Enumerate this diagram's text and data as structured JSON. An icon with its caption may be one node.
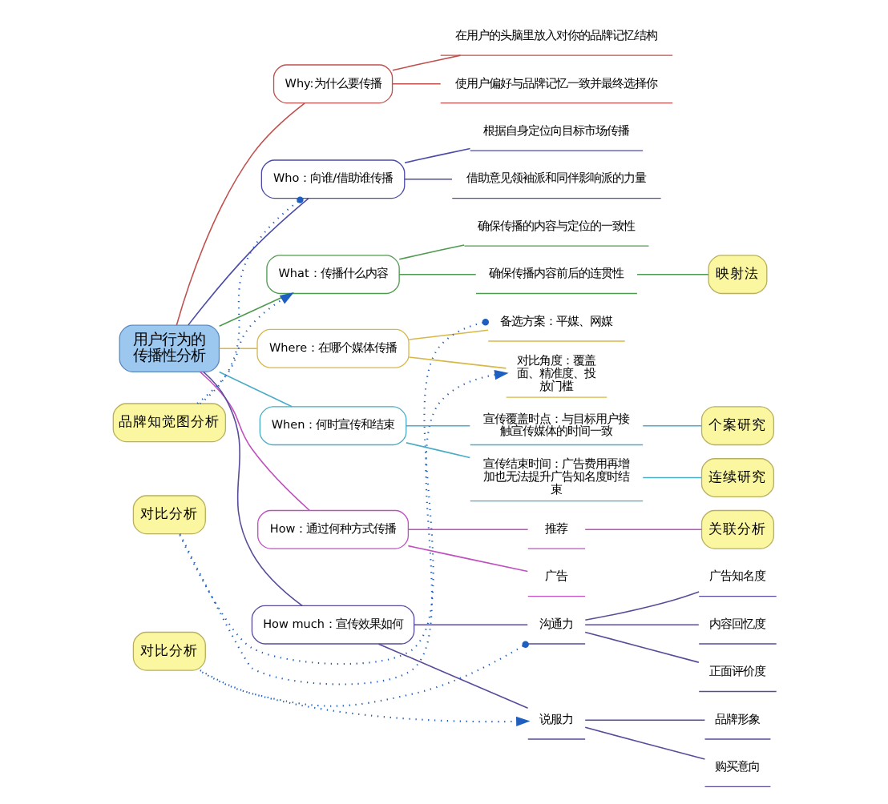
{
  "diagram": {
    "nodes": [
      {
        "text": [
          "用户行为的传播性分析"
        ]
      },
      {
        "text": [
          "Why:为什么要传播"
        ]
      },
      {
        "text": [
          "在用户的头脑里放入对你的品牌记忆结构"
        ]
      },
      {
        "text": [
          "使用户偏好与品牌记忆一致并最终选择你"
        ]
      },
      {
        "text": [
          "Who：向谁/借助谁传播"
        ]
      },
      {
        "text": [
          "根据自身定位向目标市场传播"
        ]
      },
      {
        "text": [
          "借助意见领袖派和同伴影响派的力量"
        ]
      },
      {
        "text": [
          "品牌知觉图分析"
        ]
      },
      {
        "text": [
          "What：传播什么内容"
        ]
      },
      {
        "text": [
          "确保传播的内容与定位的一致性"
        ]
      },
      {
        "text": [
          "确保传播内容前后的连贯性"
        ]
      },
      {
        "text": [
          "映射法"
        ]
      },
      {
        "text": [
          "Where：在哪个媒体传播"
        ]
      },
      {
        "text": [
          "备选方案：平媒、网媒"
        ]
      },
      {
        "text": [
          "对比角度：覆盖面、精准度、投放门槛"
        ]
      },
      {
        "text": [
          "对比分析"
        ]
      },
      {
        "text": [
          "When：何时宣传和结束"
        ]
      },
      {
        "text": [
          "宣传覆盖时点：与目标用户接触宣传媒体的时间一致"
        ]
      },
      {
        "text": [
          "个案研究"
        ]
      },
      {
        "text": [
          "宣传结束时间：广告费用再增加也无法提升广告知名度时结束"
        ]
      },
      {
        "text": [
          "连续研究"
        ]
      },
      {
        "text": [
          "How：通过何种方式传播"
        ]
      },
      {
        "text": [
          "推荐"
        ]
      },
      {
        "text": [
          "关联分析"
        ]
      },
      {
        "text": [
          "广告"
        ]
      },
      {
        "text": [
          "How much：宣传效果如何"
        ]
      },
      {
        "text": [
          "对比分析"
        ]
      },
      {
        "text": [
          "沟通力"
        ]
      },
      {
        "text": [
          "广告知名度"
        ]
      },
      {
        "text": [
          "内容回忆度"
        ]
      },
      {
        "text": [
          "正面评价度"
        ]
      },
      {
        "text": [
          "说服力"
        ]
      },
      {
        "text": [
          "品牌形象"
        ]
      },
      {
        "text": [
          "购买意向"
        ]
      }
    ],
    "edges": [
      {
        "from": 0,
        "to": 1,
        "arrow": "none",
        "color": "#c0504d"
      },
      {
        "from": 1,
        "to": 2,
        "arrow": "none",
        "color": "#c0504d"
      },
      {
        "from": 1,
        "to": 3,
        "arrow": "none",
        "color": "#c0504d"
      },
      {
        "from": 0,
        "to": 4,
        "arrow": "none",
        "color": "#4b4ba8"
      },
      {
        "from": 4,
        "to": 5,
        "arrow": "none",
        "color": "#4b4ba8"
      },
      {
        "from": 4,
        "to": 6,
        "arrow": "none",
        "color": "#4b4ba8"
      },
      {
        "from": 4,
        "to": 7,
        "arrow": "other",
        "style": "dashed",
        "color": "#1f5fbf"
      },
      {
        "from": 7,
        "to": 8,
        "arrow": "to",
        "style": "dashed",
        "color": "#1f5fbf"
      },
      {
        "from": 0,
        "to": 8,
        "arrow": "none",
        "color": "#4e9a4e"
      },
      {
        "from": 8,
        "to": 9,
        "arrow": "none",
        "color": "#4e9a4e"
      },
      {
        "from": 8,
        "to": 10,
        "arrow": "none",
        "color": "#4e9a4e"
      },
      {
        "from": 10,
        "to": 11,
        "arrow": "none",
        "color": "#4e9a4e"
      },
      {
        "from": 0,
        "to": 12,
        "arrow": "none",
        "color": "#d8b848"
      },
      {
        "from": 12,
        "to": 13,
        "arrow": "none",
        "color": "#d8b848"
      },
      {
        "from": 12,
        "to": 14,
        "arrow": "none",
        "color": "#d8b848"
      },
      {
        "from": 13,
        "to": 15,
        "arrow": "other",
        "style": "dashed",
        "color": "#1f5fbf"
      },
      {
        "from": 15,
        "to": 14,
        "arrow": "to",
        "style": "dashed",
        "color": "#1f5fbf"
      },
      {
        "from": 0,
        "to": 16,
        "arrow": "none",
        "color": "#4bacc6"
      },
      {
        "from": 16,
        "to": 17,
        "arrow": "none",
        "color": "#4bacc6"
      },
      {
        "from": 17,
        "to": 18,
        "arrow": "none",
        "color": "#4bacc6"
      },
      {
        "from": 16,
        "to": 19,
        "arrow": "none",
        "color": "#4bacc6"
      },
      {
        "from": 19,
        "to": 20,
        "arrow": "none",
        "color": "#4bacc6"
      },
      {
        "from": 0,
        "to": 21,
        "arrow": "none",
        "color": "#c050c0"
      },
      {
        "from": 21,
        "to": 22,
        "arrow": "none",
        "color": "#c050c0"
      },
      {
        "from": 22,
        "to": 23,
        "arrow": "none",
        "color": "#c050c0"
      },
      {
        "from": 21,
        "to": 24,
        "arrow": "none",
        "color": "#c050c0"
      },
      {
        "from": 0,
        "to": 25,
        "arrow": "none",
        "color": "#5a4a9a"
      },
      {
        "from": 25,
        "to": 27,
        "arrow": "none",
        "color": "#5a4a9a"
      },
      {
        "from": 27,
        "to": 26,
        "arrow": "other",
        "style": "dashed",
        "color": "#1f5fbf"
      },
      {
        "from": 26,
        "to": 31,
        "arrow": "to",
        "style": "dashed",
        "color": "#1f5fbf"
      },
      {
        "from": 27,
        "to": 28,
        "arrow": "none",
        "color": "#5a4a9a"
      },
      {
        "from": 27,
        "to": 29,
        "arrow": "none",
        "color": "#5a4a9a"
      },
      {
        "from": 27,
        "to": 30,
        "arrow": "none",
        "color": "#5a4a9a"
      },
      {
        "from": 25,
        "to": 31,
        "arrow": "none",
        "color": "#5a4a9a"
      },
      {
        "from": 31,
        "to": 32,
        "arrow": "none",
        "color": "#5a4a9a"
      },
      {
        "from": 31,
        "to": 33,
        "arrow": "none",
        "color": "#5a4a9a"
      }
    ]
  }
}
